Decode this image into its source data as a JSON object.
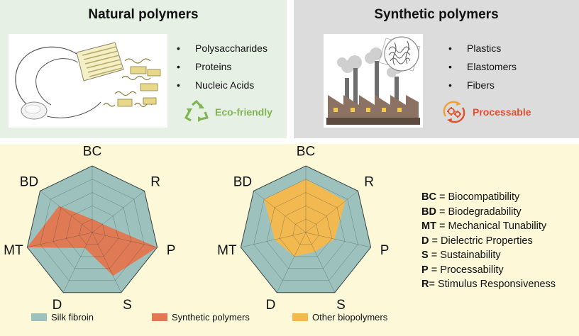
{
  "natural": {
    "title": "Natural polymers",
    "items": [
      "Polysaccharides",
      "Proteins",
      "Nucleic Acids"
    ],
    "badge": "Eco-friendly",
    "badge_color": "#7fb653",
    "icon": "recycle-icon"
  },
  "synthetic": {
    "title": "Synthetic polymers",
    "items": [
      "Plastics",
      "Elastomers",
      "Fibers"
    ],
    "badge": "Processable",
    "badge_color": "#e0502a",
    "icon": "gears-icon"
  },
  "radar": {
    "axes": [
      "BC",
      "R",
      "P",
      "S",
      "D",
      "MT",
      "BD"
    ],
    "levels": 5,
    "charts": [
      {
        "series": [
          {
            "name": "Silk fibroin",
            "color": "#9dc2bd",
            "values": [
              5,
              5,
              5,
              5,
              5,
              5,
              5
            ]
          },
          {
            "name": "Synthetic polymers",
            "color": "#e07a55",
            "values": [
              1,
              1,
              5,
              3.6,
              1.3,
              5,
              3.2
            ]
          }
        ]
      },
      {
        "series": [
          {
            "name": "Silk fibroin",
            "color": "#9dc2bd",
            "values": [
              5,
              5,
              5,
              5,
              5,
              5,
              5
            ]
          },
          {
            "name": "Other biopolymers",
            "color": "#f2b950",
            "values": [
              4,
              3.8,
              2.2,
              1.6,
              2,
              2.4,
              4
            ]
          }
        ]
      }
    ]
  },
  "legend": [
    {
      "label": "Silk fibroin",
      "color": "#9dc2bd"
    },
    {
      "label": "Synthetic polymers",
      "color": "#e07a55"
    },
    {
      "label": "Other biopolymers",
      "color": "#f2b950"
    }
  ],
  "abbreviations": [
    {
      "abbr": "BC",
      "sep": " = ",
      "desc": "Biocompatibility"
    },
    {
      "abbr": "BD",
      "sep": " = ",
      "desc": "Biodegradability"
    },
    {
      "abbr": "MT",
      "sep": " = ",
      "desc": "Mechanical Tunability"
    },
    {
      "abbr": "D",
      "sep": " = ",
      "desc": "Dielectric Properties"
    },
    {
      "abbr": "S",
      "sep": " = ",
      "desc": "Sustainability"
    },
    {
      "abbr": "P",
      "sep": " = ",
      "desc": "Processability"
    },
    {
      "abbr": "R",
      "sep": "= ",
      "desc": "Stimulus Responsiveness"
    }
  ]
}
